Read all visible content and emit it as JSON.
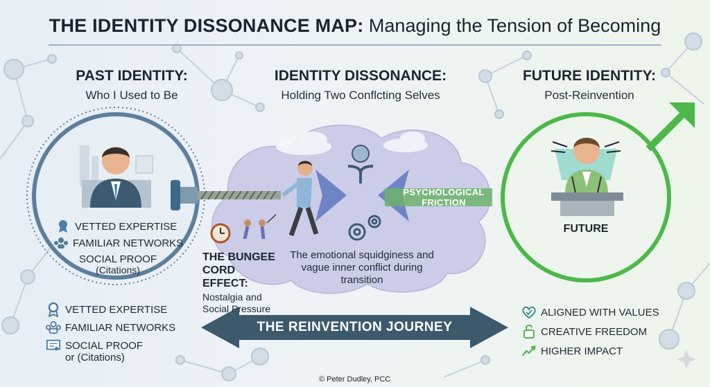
{
  "title": {
    "bold": "THE IDENTITY DISSONANCE MAP:",
    "rest": " Managing the Tension of Becoming"
  },
  "past": {
    "title": "PAST IDENTITY:",
    "subtitle": "Who I Used to Be",
    "circle_items": [
      "VETTED EXPERTISE",
      "FAMILIAR NETWORKS"
    ],
    "circle_social": "SOCIAL PROOF",
    "circle_citations": "(Citations)",
    "list": [
      {
        "icon": "ribbon-icon",
        "label": "VETTED EXPERTISE"
      },
      {
        "icon": "network-people-icon",
        "label": "FAMILIAR NETWORKS"
      },
      {
        "icon": "certificate-icon",
        "label": "SOCIAL PROOF"
      }
    ],
    "list_citations": "or (Citations)"
  },
  "dissonance": {
    "title": "IDENTITY DISSONANCE:",
    "subtitle": "Holding Two Conflcting Selves",
    "cloud_text": "The  emotional squidginess  and vague inner conflict during transition",
    "friction": "PSYCHOLOGICAL FRICTION"
  },
  "bungee": {
    "title": "THE BUNGEE CORD EFFECT:",
    "subtitle": "Nostalgia and Social Pressure"
  },
  "future": {
    "title": "FUTURE IDENTITY:",
    "subtitle": "Post-Reinvention",
    "circle_label": "FUTURE",
    "list": [
      {
        "icon": "heart-check-icon",
        "label": "ALIGNED WITH VALUES"
      },
      {
        "icon": "unlock-icon",
        "label": "CREATIVE FREEDOM"
      },
      {
        "icon": "trend-up-icon",
        "label": "HIGHER IMPACT"
      }
    ]
  },
  "journey": {
    "label": "THE REINVENTION JOURNEY"
  },
  "credit": "© Peter Dudley, PCC",
  "colors": {
    "past_ring": "#5e7f9c",
    "future_ring": "#4cb84a",
    "journey_arrow": "#3d5a6c",
    "cloud": "#c9cbe6",
    "dissonance_arrow": "#6f84c4",
    "friction_green": "#6db36b"
  }
}
